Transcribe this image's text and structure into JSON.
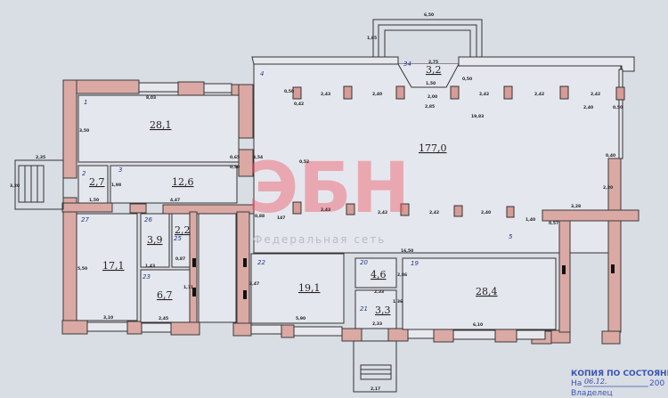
{
  "rooms": [
    {
      "num": "1",
      "area": "28,1"
    },
    {
      "num": "2",
      "area": "2,7"
    },
    {
      "num": "3",
      "area": "12,6"
    },
    {
      "num": "4",
      "area": "177,0"
    },
    {
      "num": "34",
      "area": "3,2"
    },
    {
      "num": "27",
      "area": "17,1"
    },
    {
      "num": "26",
      "area": "3,9"
    },
    {
      "num": "25",
      "area": "2,2"
    },
    {
      "num": "23",
      "area": "6,7"
    },
    {
      "num": "22",
      "area": "19,1"
    },
    {
      "num": "20",
      "area": "4,6"
    },
    {
      "num": "21",
      "area": "3,3"
    },
    {
      "num": "19",
      "area": "28,4"
    },
    {
      "num": "5",
      "area": ""
    }
  ],
  "dims": [
    "6,50",
    "1,85",
    "2,75",
    "1,50",
    "2,85",
    "2,00",
    "0,50",
    "0,50",
    "0,42",
    "2,43",
    "2,40",
    "2,42",
    "2,42",
    "2,42",
    "2,40",
    "0,50",
    "19,83",
    "0,40",
    "2,20",
    "3,28",
    "0,57",
    "1,40",
    "2,43",
    "2,42",
    "2,42",
    "2,40",
    "0,88",
    "147",
    "3,54",
    "0,52",
    "8,03",
    "3,50",
    "2,35",
    "3,20",
    "0,65",
    "0,50",
    "1,50",
    "4,47",
    "1,98",
    "5,50",
    "3,10",
    "2,45",
    "1,43",
    "0,87",
    "1,71",
    "3,47",
    "5,90",
    "16,50",
    "2,33",
    "2,33",
    "2,86",
    "6,10",
    "2,17",
    "1,36"
  ],
  "watermark": {
    "logo": "ЭБН",
    "text": "Федеральная сеть"
  },
  "stamp": {
    "title": "КОПИЯ ПО СОСТОЯНИ",
    "date_prefix": "На",
    "date_value": "06.12.",
    "year": "200",
    "owner_label": "Владелец"
  }
}
